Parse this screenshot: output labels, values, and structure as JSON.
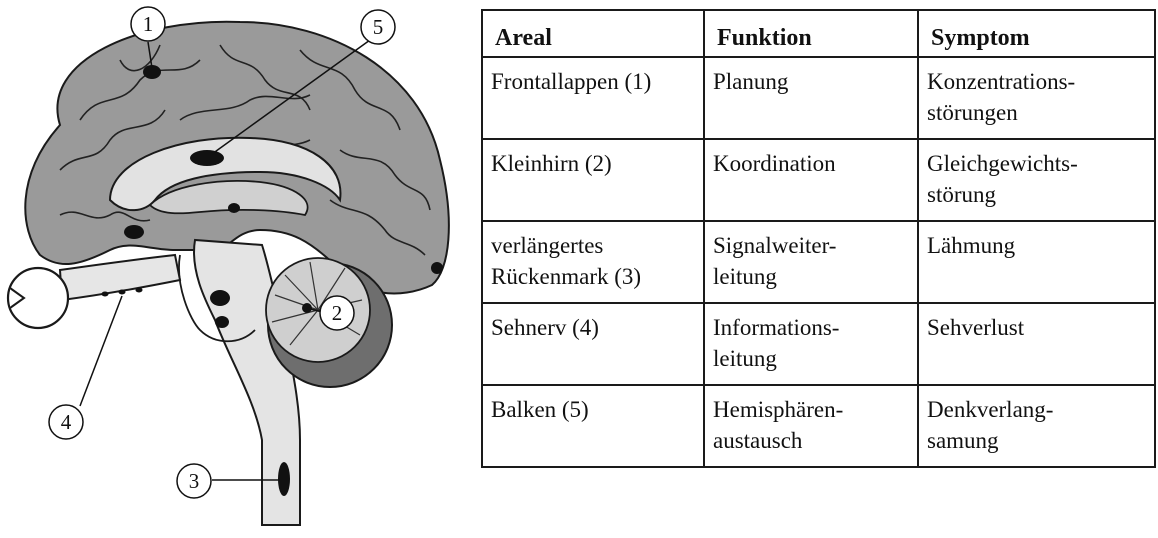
{
  "diagram": {
    "callouts": [
      "1",
      "2",
      "3",
      "4",
      "5"
    ]
  },
  "table": {
    "headers": [
      "Areal",
      "Funktion",
      "Symptom"
    ],
    "rows": [
      [
        "Frontallappen (1)",
        "Planung",
        "Konzentrations-\nstörungen"
      ],
      [
        "Kleinhirn (2)",
        "Koordination",
        "Gleichgewichts-\nstörung"
      ],
      [
        "verlängertes\nRückenmark (3)",
        "Signalweiter-\nleitung",
        "Lähmung"
      ],
      [
        "Sehnerv (4)",
        "Informations-\nleitung",
        "Sehverlust"
      ],
      [
        "Balken (5)",
        "Hemisphären-\naustausch",
        "Denkverlang-\nsamung"
      ]
    ]
  }
}
